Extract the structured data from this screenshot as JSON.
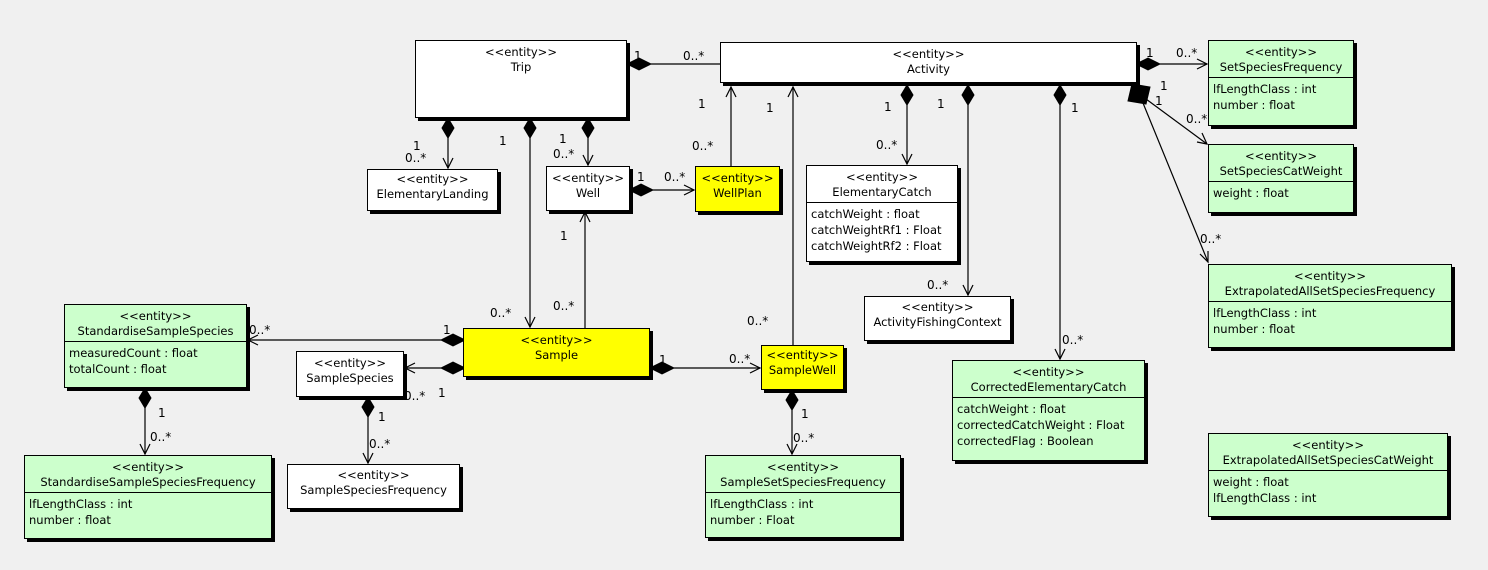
{
  "diagram": {
    "kind": "uml-entity-class-diagram",
    "colors": {
      "background": "#f0f0f0",
      "entity_white": "#ffffff",
      "entity_green": "#ccffcc",
      "entity_yellow": "#ffff00",
      "line": "#000000"
    }
  },
  "entities": {
    "trip": {
      "stereotype": "<<entity>>",
      "name": "Trip",
      "attributes": []
    },
    "activity": {
      "stereotype": "<<entity>>",
      "name": "Activity",
      "attributes": []
    },
    "elementary_landing": {
      "stereotype": "<<entity>>",
      "name": "ElementaryLanding",
      "attributes": []
    },
    "well": {
      "stereotype": "<<entity>>",
      "name": "Well",
      "attributes": []
    },
    "well_plan": {
      "stereotype": "<<entity>>",
      "name": "WellPlan",
      "attributes": []
    },
    "elementary_catch": {
      "stereotype": "<<entity>>",
      "name": "ElementaryCatch",
      "attributes": [
        "catchWeight : float",
        "catchWeightRf1 : Float",
        "catchWeightRf2 : Float"
      ]
    },
    "set_species_frequency": {
      "stereotype": "<<entity>>",
      "name": "SetSpeciesFrequency",
      "attributes": [
        "lfLengthClass : int",
        "number : float"
      ]
    },
    "set_species_cat_weight": {
      "stereotype": "<<entity>>",
      "name": "SetSpeciesCatWeight",
      "attributes": [
        "weight : float"
      ]
    },
    "extrapolated_all_set_species_frequency": {
      "stereotype": "<<entity>>",
      "name": "ExtrapolatedAllSetSpeciesFrequency",
      "attributes": [
        "lfLengthClass : int",
        "number : float"
      ]
    },
    "activity_fishing_context": {
      "stereotype": "<<entity>>",
      "name": "ActivityFishingContext",
      "attributes": []
    },
    "corrected_elementary_catch": {
      "stereotype": "<<entity>>",
      "name": "CorrectedElementaryCatch",
      "attributes": [
        "catchWeight : float",
        "correctedCatchWeight : Float",
        "correctedFlag : Boolean"
      ]
    },
    "standardise_sample_species": {
      "stereotype": "<<entity>>",
      "name": "StandardiseSampleSpecies",
      "attributes": [
        "measuredCount : float",
        "totalCount : float"
      ]
    },
    "sample_species": {
      "stereotype": "<<entity>>",
      "name": "SampleSpecies",
      "attributes": []
    },
    "sample": {
      "stereotype": "<<entity>>",
      "name": "Sample",
      "attributes": []
    },
    "sample_well": {
      "stereotype": "<<entity>>",
      "name": "SampleWell",
      "attributes": []
    },
    "standardise_sample_species_frequency": {
      "stereotype": "<<entity>>",
      "name": "StandardiseSampleSpeciesFrequency",
      "attributes": [
        "lfLengthClass : int",
        "number : float"
      ]
    },
    "sample_species_frequency": {
      "stereotype": "<<entity>>",
      "name": "SampleSpeciesFrequency",
      "attributes": []
    },
    "sample_set_species_frequency": {
      "stereotype": "<<entity>>",
      "name": "SampleSetSpeciesFrequency",
      "attributes": [
        "lfLengthClass : int",
        "number : Float"
      ]
    },
    "extrapolated_all_set_species_cat_weight": {
      "stereotype": "<<entity>>",
      "name": "ExtrapolatedAllSetSpeciesCatWeight",
      "attributes": [
        "weight : float",
        "lfLengthClass : int"
      ]
    }
  },
  "assoc": {
    "trip_activity": {
      "near": "1",
      "far": "0..*"
    },
    "trip_elementary_landing": {
      "near": "1",
      "far": "0..*"
    },
    "trip_well": {
      "near": "1",
      "far": "0..*"
    },
    "trip_sample": {
      "near": "1",
      "far": "0..*"
    },
    "well_well_plan": {
      "near": "1",
      "far": "0..*"
    },
    "well_sample": {
      "near": "1",
      "far": "0..*"
    },
    "well_plan_activity": {
      "near": "1",
      "far": "0..*"
    },
    "sample_well_activity": {
      "near": "1",
      "far": "0..*"
    },
    "activity_elementary_catch": {
      "near": "1",
      "far": "0..*"
    },
    "activity_fishing_context": {
      "near": "1",
      "far": "0..*"
    },
    "activity_corrected_elementary_catch": {
      "near": "1",
      "far": "0..*"
    },
    "activity_set_species_frequency": {
      "near": "1",
      "far": "0..*"
    },
    "activity_set_species_cat_weight": {
      "near": "1",
      "far": "0..*"
    },
    "activity_extrapolated_frequency": {
      "near": "1",
      "far": "0..*"
    },
    "sample_standardise_sample_species": {
      "near": "1",
      "far": "0..*"
    },
    "sample_sample_species": {
      "near": "1",
      "far": "0..*"
    },
    "sample_species_frequency_link": {
      "near": "1",
      "far": "0..*"
    },
    "standardise_frequency_link": {
      "near": "1",
      "far": "0..*"
    },
    "sample_sample_well": {
      "near": "1",
      "far": "0..*"
    },
    "sample_well_frequency_link": {
      "near": "1",
      "far": "0..*"
    }
  }
}
